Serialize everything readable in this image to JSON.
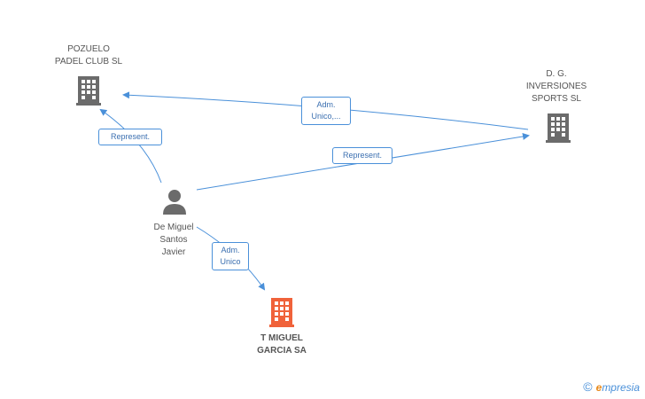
{
  "nodes": {
    "pozuelo": {
      "label": "POZUELO\nPADEL CLUB  SL",
      "type": "company"
    },
    "dg": {
      "label": "D.  G.\nINVERSIONES\nSPORTS SL",
      "type": "company"
    },
    "person": {
      "label": "De Miguel\nSantos\nJavier",
      "type": "person"
    },
    "tmiguel": {
      "label": "T MIGUEL\nGARCIA SA",
      "type": "company-focus"
    }
  },
  "edges": {
    "dg_to_pozuelo": "Adm.\nUnico,...",
    "person_to_pozuelo": "Represent.",
    "person_to_dg": "Represent.",
    "person_to_tmiguel": "Adm.\nUnico"
  },
  "colors": {
    "edge": "#4a90d9",
    "company_icon": "#6b6b6b",
    "focus_icon": "#f0623a",
    "person_icon": "#6b6b6b"
  },
  "brand": {
    "copyright": "©",
    "e": "e",
    "name": "mpresia"
  }
}
